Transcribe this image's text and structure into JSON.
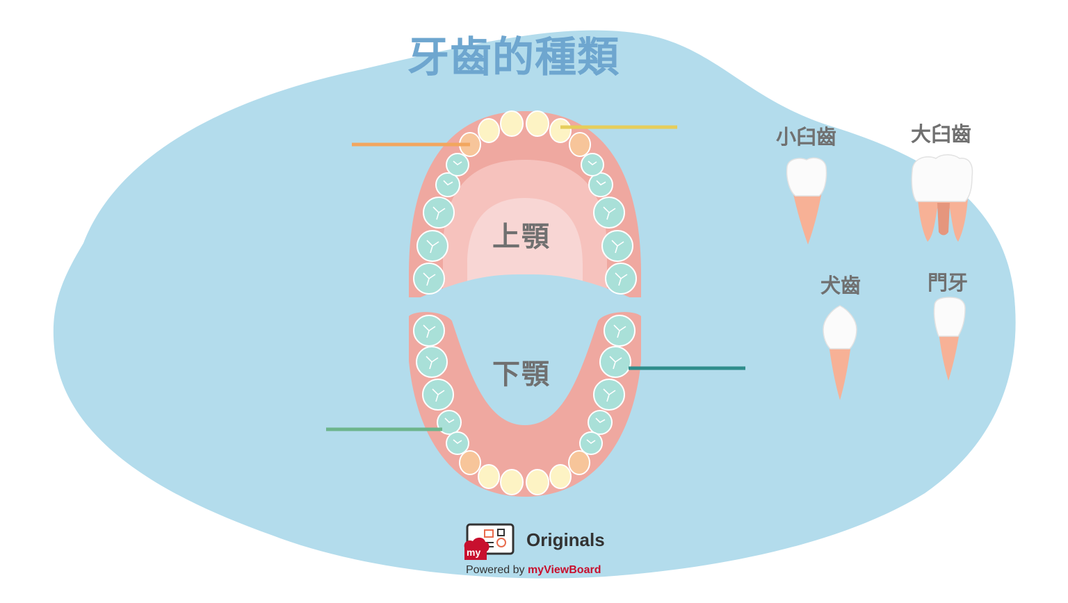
{
  "title": "牙齒的種類",
  "jaws": {
    "upper": "上顎",
    "lower": "下顎"
  },
  "tooth_types": {
    "premolar": "小臼齒",
    "molar": "大臼齒",
    "canine": "犬齒",
    "incisor": "門牙"
  },
  "branding": {
    "originals": "Originals",
    "powered_by": "Powered by",
    "brand": "myViewBoard",
    "logo_text": "my"
  },
  "colors": {
    "background_blob": "#b3dcec",
    "title": "#6ea6cf",
    "label_text": "#707070",
    "gum": "#efa8a0",
    "palate_mid": "#f6c2bd",
    "palate_inner": "#f8d6d4",
    "molar_teeth": "#a9e0d8",
    "incisor_teeth": "#fdf3c4",
    "canine_teeth": "#f7c59a",
    "line_canine": "#f2a65e",
    "line_incisor": "#e6cd5a",
    "line_molar": "#2f8d8b",
    "line_premolar": "#6cb58c",
    "brand_red": "#c8102e",
    "text_dark": "#333333"
  }
}
